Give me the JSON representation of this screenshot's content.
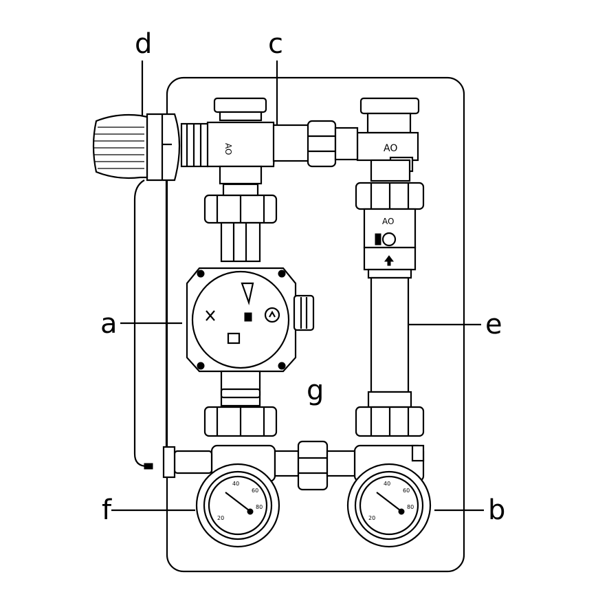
{
  "labels": {
    "a": "a",
    "b": "b",
    "c": "c",
    "d": "d",
    "e": "e",
    "f": "f",
    "g": "g"
  },
  "colors": {
    "line": "#000000",
    "background": "#ffffff"
  }
}
